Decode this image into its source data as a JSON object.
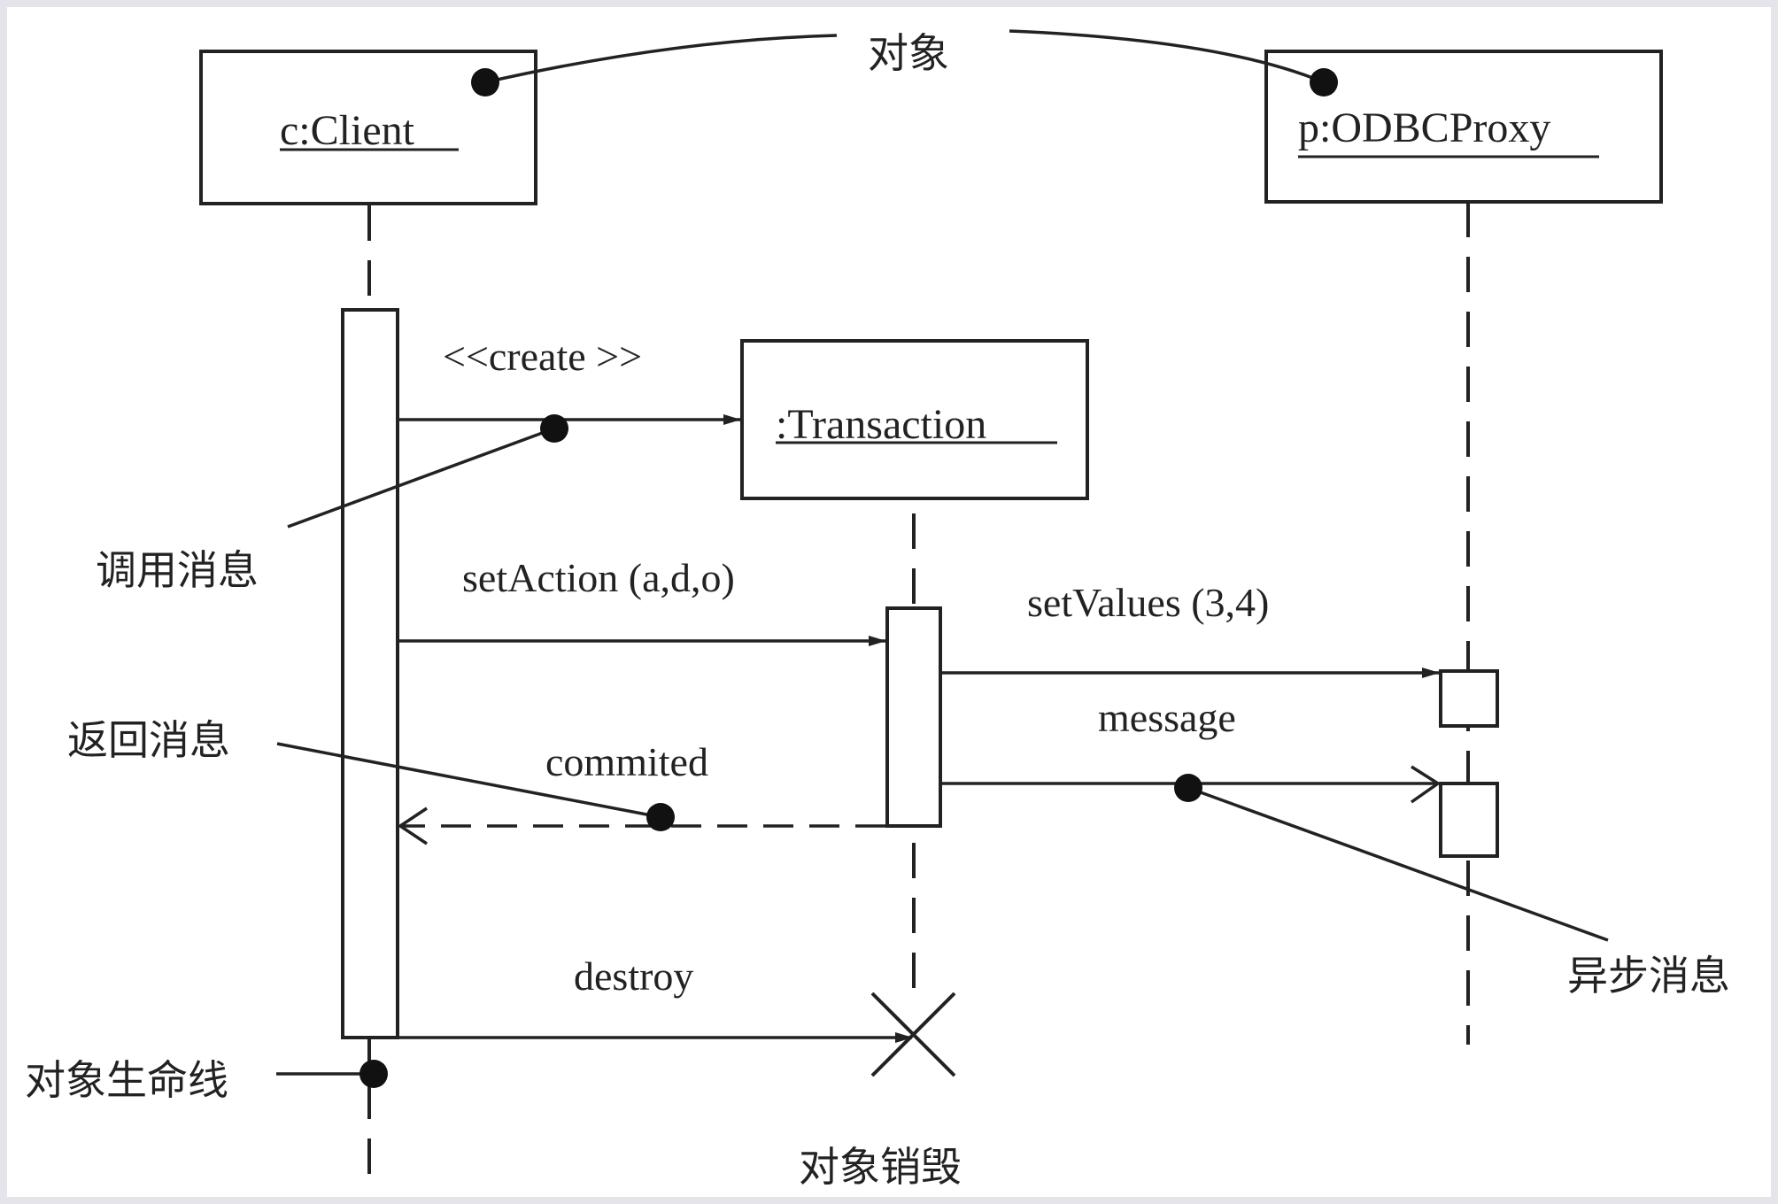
{
  "objects": {
    "client": "c:Client",
    "proxy": "p:ODBCProxy",
    "transaction": ":Transaction"
  },
  "messages": {
    "create": "<<create >>",
    "set_action": "setAction (a,d,o)",
    "set_values": "setValues (3,4)",
    "message": "message",
    "commited": "commited",
    "destroy": "destroy"
  },
  "callouts": {
    "object": "对象",
    "call_message": "调用消息",
    "return_message": "返回消息",
    "async_message": "异步消息",
    "lifeline": "对象生命线",
    "destroy_object": "对象销毁"
  }
}
